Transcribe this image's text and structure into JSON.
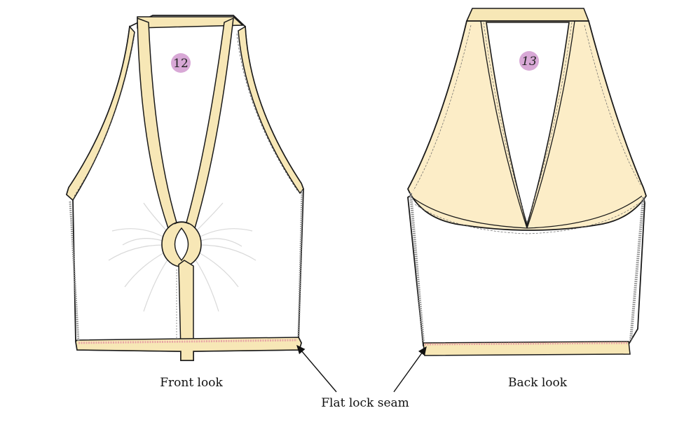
{
  "figure": {
    "front": {
      "badge": "12",
      "caption": "Front look"
    },
    "back": {
      "badge": "13",
      "caption": "Back look"
    },
    "callout": "Flat lock seam"
  },
  "colors": {
    "binding": "#f7e7b6",
    "lining": "#fcedc7",
    "outline": "#1a1a1a",
    "badge": "#d8a8d6",
    "seam_stitch": "#e8a6a6",
    "gather": "#d9d9d9"
  }
}
